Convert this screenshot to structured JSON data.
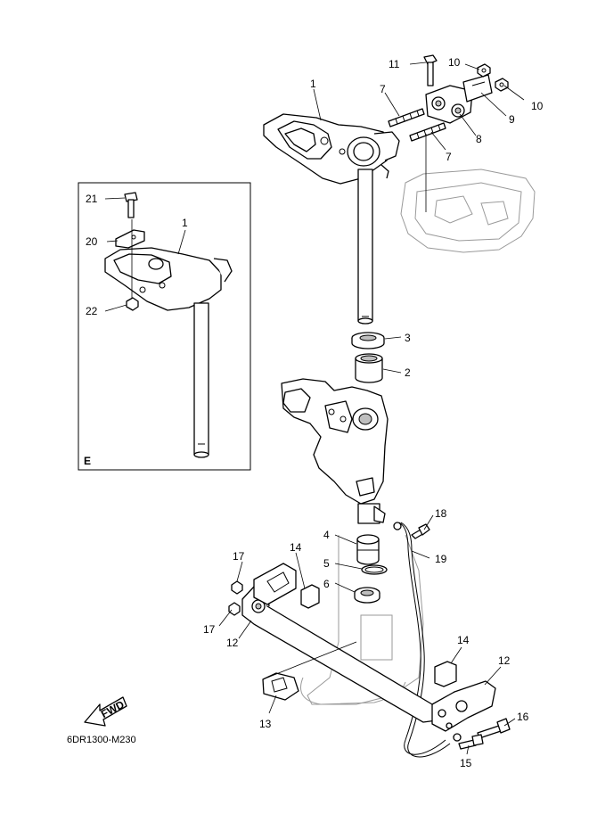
{
  "diagram": {
    "code": "6DR1300-M230",
    "inset_letter": "E",
    "fwd_label": "FWD",
    "callouts": [
      {
        "id": "c1",
        "text": "1"
      },
      {
        "id": "c2",
        "text": "2"
      },
      {
        "id": "c3",
        "text": "3"
      },
      {
        "id": "c4",
        "text": "4"
      },
      {
        "id": "c5",
        "text": "5"
      },
      {
        "id": "c6",
        "text": "6"
      },
      {
        "id": "c7a",
        "text": "7"
      },
      {
        "id": "c7b",
        "text": "7"
      },
      {
        "id": "c8",
        "text": "8"
      },
      {
        "id": "c9",
        "text": "9"
      },
      {
        "id": "c10a",
        "text": "10"
      },
      {
        "id": "c10b",
        "text": "10"
      },
      {
        "id": "c11",
        "text": "11"
      },
      {
        "id": "c12a",
        "text": "12"
      },
      {
        "id": "c12b",
        "text": "12"
      },
      {
        "id": "c13",
        "text": "13"
      },
      {
        "id": "c14a",
        "text": "14"
      },
      {
        "id": "c14b",
        "text": "14"
      },
      {
        "id": "c15",
        "text": "15"
      },
      {
        "id": "c16",
        "text": "16"
      },
      {
        "id": "c17a",
        "text": "17"
      },
      {
        "id": "c17b",
        "text": "17"
      },
      {
        "id": "c18",
        "text": "18"
      },
      {
        "id": "c19",
        "text": "19"
      },
      {
        "id": "c1i",
        "text": "1"
      },
      {
        "id": "c20",
        "text": "20"
      },
      {
        "id": "c21",
        "text": "21"
      },
      {
        "id": "c22",
        "text": "22"
      }
    ]
  }
}
